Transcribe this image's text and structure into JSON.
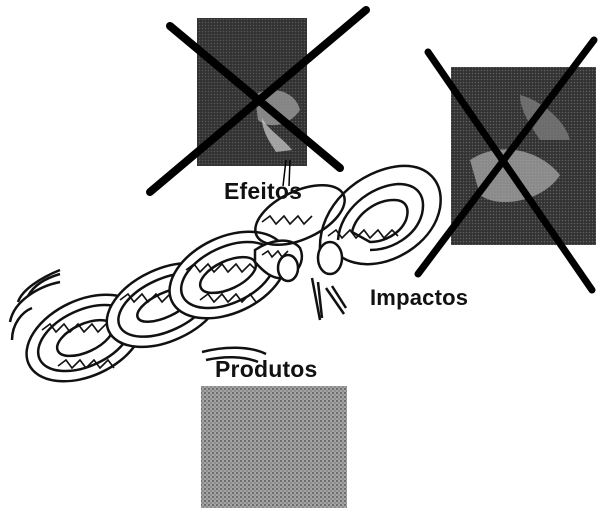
{
  "labels": {
    "efeitos": "Efeitos",
    "impactos": "Impactos",
    "produtos": "Produtos"
  },
  "colors": {
    "ink": "#111111",
    "photo_dark": "#2b2b2b",
    "photo_mid": "#5a5a5a",
    "photo_light": "#9a9a9a",
    "halftone": "#7d7d7d"
  },
  "icons": {
    "photo_efeitos": "photo-crossed-out",
    "photo_impactos": "photo-crossed-out",
    "photo_produtos": "halftone-photo",
    "chain": "broken-chain"
  }
}
